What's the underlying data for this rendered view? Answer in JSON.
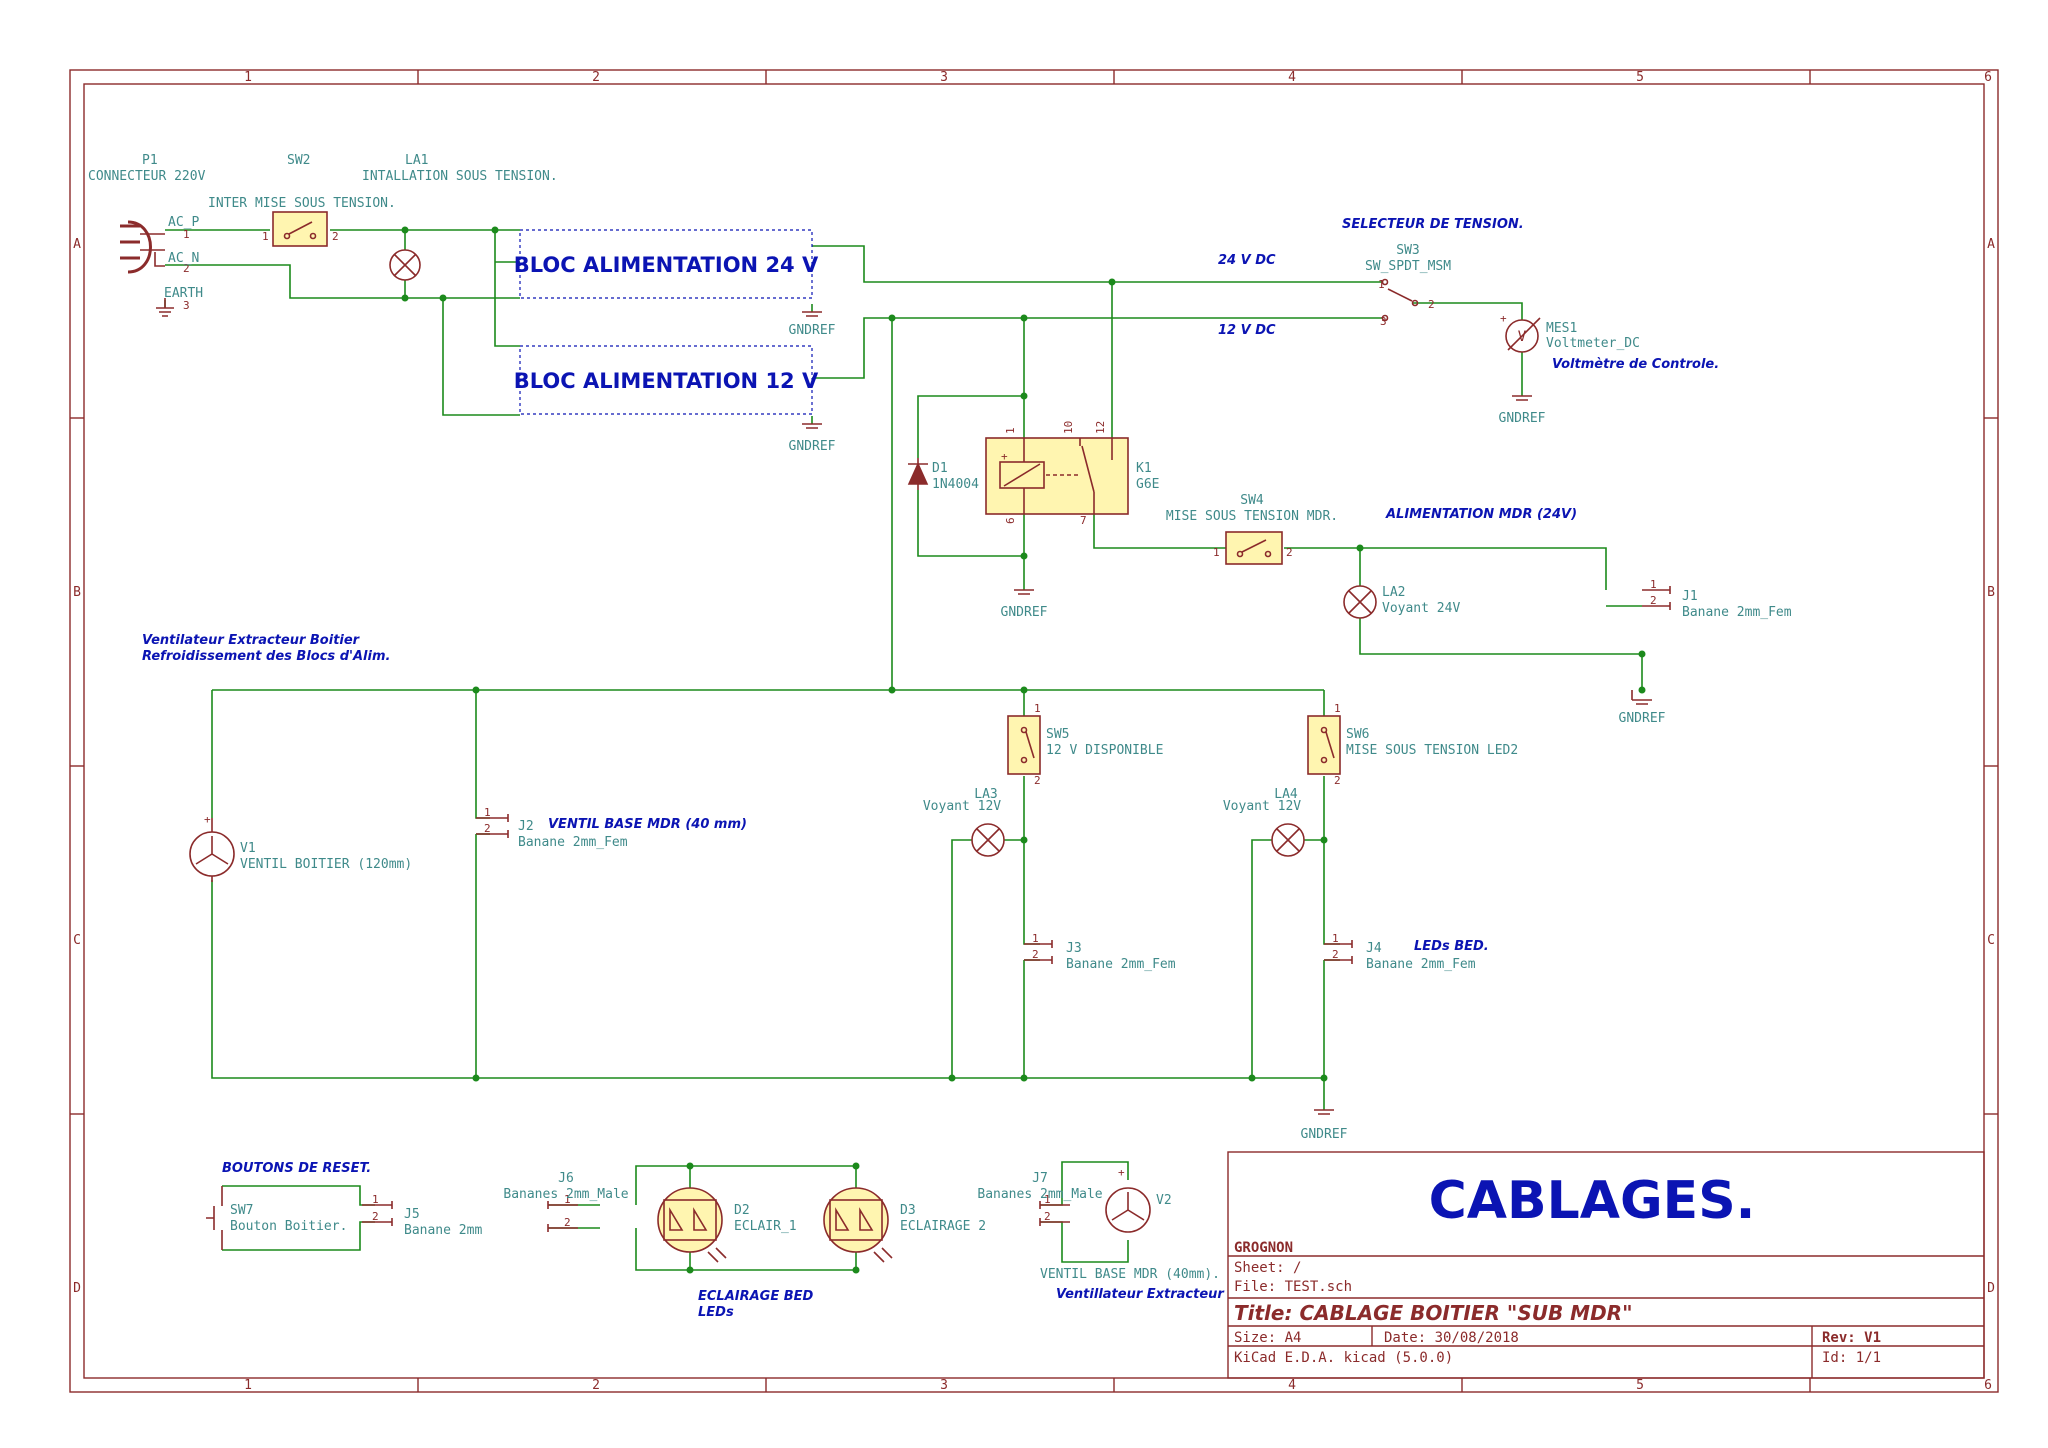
{
  "frame": {
    "cols": [
      "1",
      "2",
      "3",
      "4",
      "5",
      "6"
    ],
    "rows": [
      "A",
      "B",
      "C",
      "D"
    ]
  },
  "labels": {
    "p1_ref": "P1",
    "p1_val": "CONNECTEUR 220V",
    "sw2_ref": "SW2",
    "la1_ref": "LA1",
    "la1_val": "INTALLATION SOUS TENSION.",
    "sw2_val": "INTER MISE SOUS TENSION.",
    "ac_p": "AC_P",
    "ac_n": "AC_N",
    "earth": "EARTH",
    "block24": "BLOC ALIMENTATION 24 V",
    "block12": "BLOC ALIMENTATION 12 V",
    "gndref": "GNDREF",
    "selecteur": "SELECTEUR DE TENSION.",
    "sw3_ref": "SW3",
    "sw3_val": "SW_SPDT_MSM",
    "v24": "24 V DC",
    "v12": "12 V DC",
    "mes1_ref": "MES1",
    "mes1_val": "Voltmeter_DC",
    "voltmetre": "Voltmètre de Controle.",
    "d1_ref": "D1",
    "d1_val": "1N4004",
    "k1_ref": "K1",
    "k1_val": "G6E",
    "sw4_ref": "SW4",
    "sw4_val": "MISE SOUS TENSION MDR.",
    "alim_mdr": "ALIMENTATION MDR (24V)",
    "la2_ref": "LA2",
    "la2_val": "Voyant 24V",
    "j1_ref": "J1",
    "j1_val": "Banane 2mm_Fem",
    "vent_line1": "Ventilateur Extracteur Boitier",
    "vent_line2": "Refroidissement des Blocs d'Alim.",
    "sw5_ref": "SW5",
    "sw5_val": "12 V DISPONIBLE",
    "sw6_ref": "SW6",
    "sw6_val": "MISE SOUS TENSION LED2",
    "la3_ref": "LA3",
    "la3_val": "Voyant 12V",
    "la4_ref": "LA4",
    "la4_val": "Voyant 12V",
    "j2_ref": "J2",
    "j2_val": "Banane 2mm_Fem",
    "ventil_base": "VENTIL BASE MDR (40 mm)",
    "v1_ref": "V1",
    "v1_val": "VENTIL BOITIER (120mm)",
    "j3_ref": "J3",
    "j3_val": "Banane 2mm_Fem",
    "j4_ref": "J4",
    "j4_val": "Banane 2mm_Fem",
    "leds_bed": "LEDs BED.",
    "boutons": "BOUTONS DE RESET.",
    "sw7_ref": "SW7",
    "sw7_val": "Bouton Boitier.",
    "j5_ref": "J5",
    "j5_val": "Banane 2mm",
    "j6_ref": "J6",
    "j6_val": "Bananes 2mm_Male",
    "d2_ref": "D2",
    "d2_val": "ECLAIR_1",
    "d3_ref": "D3",
    "d3_val": "ECLAIRAGE 2",
    "eclairage1": "ECLAIRAGE BED",
    "eclairage2": "LEDs",
    "j7_ref": "J7",
    "j7_val": "Bananes 2mm_Male",
    "v2_ref": "V2",
    "v2_val": "VENTIL BASE MDR (40mm).",
    "vent_extract": "Ventillateur Extracteur"
  },
  "pins": {
    "one": "1",
    "two": "2",
    "three": "3",
    "six": "6",
    "seven": "7",
    "ten": "10",
    "twelve": "12",
    "plus": "+",
    "v": "V"
  },
  "title_block": {
    "big_title": "CABLAGES.",
    "company": "GROGNON",
    "sheet": "Sheet: /",
    "file": "File: TEST.sch",
    "title": "Title: CABLAGE BOITIER \"SUB MDR\"",
    "size": "Size: A4",
    "date": "Date: 30/08/2018",
    "rev": "Rev: V1",
    "tool": "KiCad E.D.A.  kicad (5.0.0)",
    "id": "Id: 1/1"
  }
}
